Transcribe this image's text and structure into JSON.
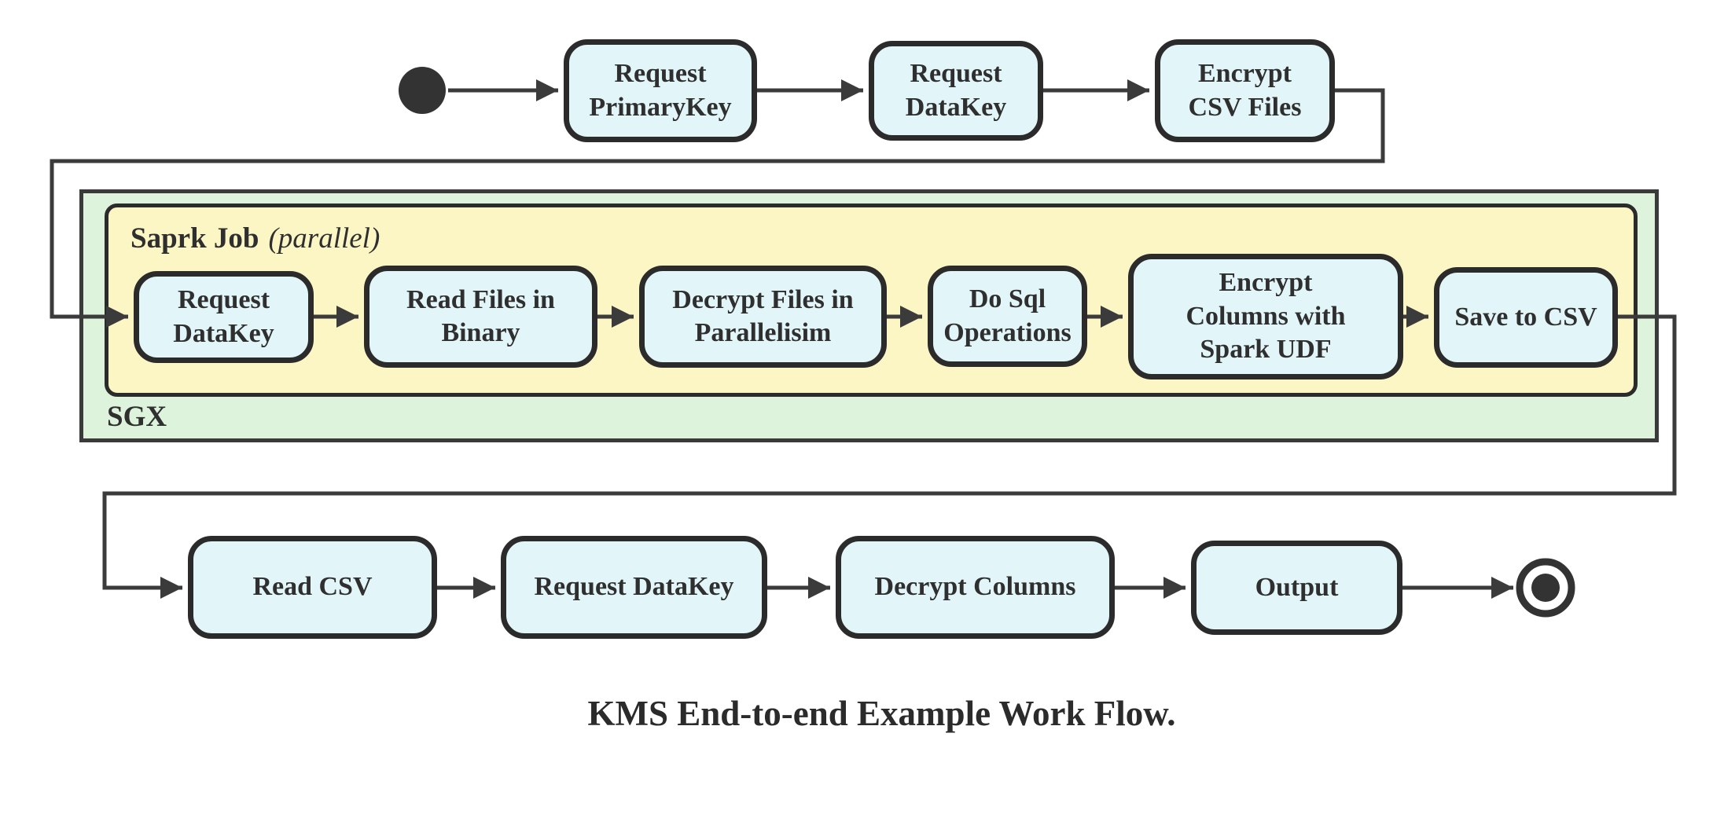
{
  "diagram": {
    "caption": "KMS End-to-end Example Work Flow.",
    "top_row": [
      "Request\nPrimaryKey",
      "Request\nDataKey",
      "Encrypt\nCSV Files"
    ],
    "sgx_label": "SGX",
    "spark_title": "Saprk Job",
    "spark_qualifier": "(parallel)",
    "spark_nodes": [
      "Request\nDataKey",
      "Read Files in\nBinary",
      "Decrypt Files in\nParallelisim",
      "Do Sql\nOperations",
      "Encrypt\nColumns with\nSpark UDF",
      "Save to CSV"
    ],
    "bottom_row": [
      "Read CSV",
      "Request DataKey",
      "Decrypt Columns",
      "Output"
    ],
    "colors": {
      "node_fill": "#e2f6fa",
      "node_border": "#2b2b2b",
      "sgx_fill": "#ddf3dc",
      "sgx_border": "#3a3a3a",
      "spark_fill": "#fcf6c5",
      "line": "#3b3b3b",
      "text": "#2f2f2f"
    }
  }
}
